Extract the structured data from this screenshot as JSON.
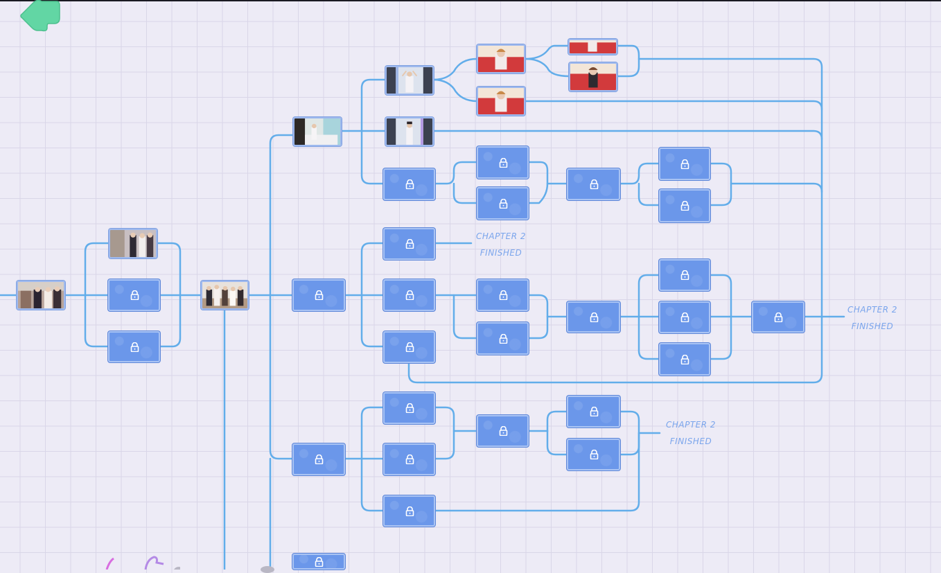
{
  "screen": "story-route-map",
  "colors": {
    "background": "#edebf6",
    "grid": "#d9d6e8",
    "line": "#62adea",
    "locked_node": "#6b97ea",
    "locked_border": "#aac4f4",
    "back_button": "#62d6a4",
    "label": "#7aa5ec"
  },
  "back_button": {
    "icon": "back-arrow-icon"
  },
  "lock_icon": "lock-icon",
  "end_labels": [
    {
      "line1": "CHAPTER 2",
      "line2": "FINISHED"
    },
    {
      "line1": "CHAPTER 2",
      "line2": "FINISHED"
    },
    {
      "line1": "CHAPTER 2",
      "line2": "FINISHED"
    }
  ],
  "scenes": {
    "start": "group-cafe-scene",
    "branch_a": "shop-scene",
    "hub": "group-living-room-scene",
    "route1": "bedroom-scene",
    "route1_a": "arms-raised-scene",
    "route1_b": "standing-pose-scene",
    "red_couch_1": "red-couch-scene",
    "red_couch_2": "red-couch-scene",
    "red_couch_3": "red-couch-scene",
    "red_couch_4": "red-couch-scene"
  },
  "nodes": {
    "start": "unlocked",
    "a": "unlocked",
    "b": "locked",
    "c": "locked",
    "hub": "unlocked",
    "r1": "unlocked",
    "r1a": "unlocked",
    "r1b": "unlocked",
    "t1": "unlocked",
    "t2": "unlocked",
    "t3": "unlocked",
    "t4": "unlocked",
    "r1c": "locked",
    "r1d": "locked",
    "r1e": "locked",
    "r1f": "locked",
    "r1g": "locked",
    "r1h": "locked",
    "r2": "locked",
    "r2a": "locked",
    "r2b": "locked",
    "r2c": "locked",
    "r2d": "locked",
    "r2e": "locked",
    "r2f": "locked",
    "r2g": "locked",
    "r2h": "locked",
    "r2i": "locked",
    "r2j": "locked",
    "r3": "locked",
    "r3a": "locked",
    "r3b": "locked",
    "r3c": "locked",
    "r3d": "locked",
    "r3e": "locked",
    "r3f": "locked",
    "r4": "locked"
  }
}
